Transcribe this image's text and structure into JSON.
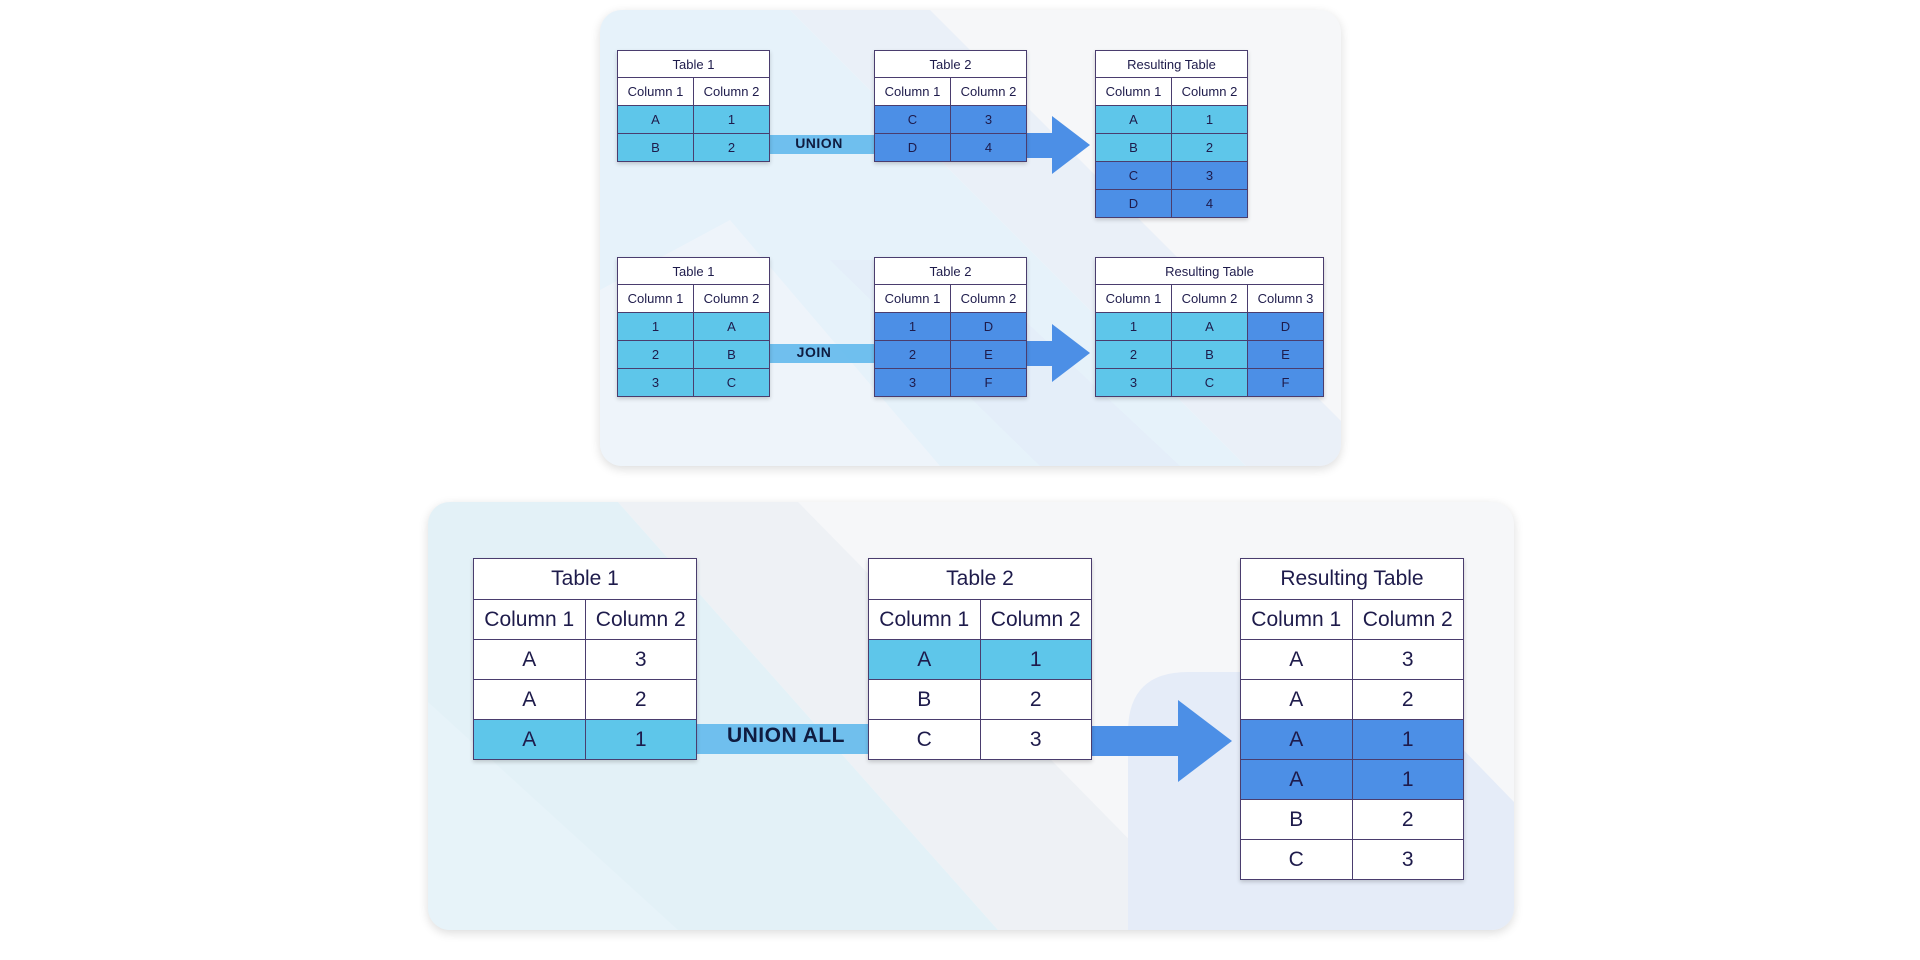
{
  "colors": {
    "light_cell": "#5ec6ea",
    "dark_cell": "#4c8fe6",
    "connector": "#62b9ec",
    "arrow": "#4c8fe6",
    "border": "#4a3d6e"
  },
  "union": {
    "operation": "UNION",
    "table1": {
      "title": "Table 1",
      "headers": [
        "Column 1",
        "Column 2"
      ],
      "rows": [
        [
          "A",
          "1"
        ],
        [
          "B",
          "2"
        ]
      ]
    },
    "table2": {
      "title": "Table 2",
      "headers": [
        "Column 1",
        "Column 2"
      ],
      "rows": [
        [
          "C",
          "3"
        ],
        [
          "D",
          "4"
        ]
      ]
    },
    "result": {
      "title": "Resulting Table",
      "headers": [
        "Column 1",
        "Column 2"
      ],
      "rows": [
        [
          "A",
          "1"
        ],
        [
          "B",
          "2"
        ],
        [
          "C",
          "3"
        ],
        [
          "D",
          "4"
        ]
      ]
    }
  },
  "join": {
    "operation": "JOIN",
    "table1": {
      "title": "Table 1",
      "headers": [
        "Column 1",
        "Column 2"
      ],
      "rows": [
        [
          "1",
          "A"
        ],
        [
          "2",
          "B"
        ],
        [
          "3",
          "C"
        ]
      ]
    },
    "table2": {
      "title": "Table 2",
      "headers": [
        "Column 1",
        "Column 2"
      ],
      "rows": [
        [
          "1",
          "D"
        ],
        [
          "2",
          "E"
        ],
        [
          "3",
          "F"
        ]
      ]
    },
    "result": {
      "title": "Resulting Table",
      "headers": [
        "Column 1",
        "Column 2",
        "Column 3"
      ],
      "rows": [
        [
          "1",
          "A",
          "D"
        ],
        [
          "2",
          "B",
          "E"
        ],
        [
          "3",
          "C",
          "F"
        ]
      ]
    }
  },
  "union_all": {
    "operation": "UNION ALL",
    "table1": {
      "title": "Table 1",
      "headers": [
        "Column 1",
        "Column 2"
      ],
      "rows": [
        [
          "A",
          "3"
        ],
        [
          "A",
          "2"
        ],
        [
          "A",
          "1"
        ]
      ]
    },
    "table2": {
      "title": "Table 2",
      "headers": [
        "Column 1",
        "Column 2"
      ],
      "rows": [
        [
          "A",
          "1"
        ],
        [
          "B",
          "2"
        ],
        [
          "C",
          "3"
        ]
      ]
    },
    "result": {
      "title": "Resulting Table",
      "headers": [
        "Column 1",
        "Column 2"
      ],
      "rows": [
        [
          "A",
          "3"
        ],
        [
          "A",
          "2"
        ],
        [
          "A",
          "1"
        ],
        [
          "A",
          "1"
        ],
        [
          "B",
          "2"
        ],
        [
          "C",
          "3"
        ]
      ]
    }
  }
}
